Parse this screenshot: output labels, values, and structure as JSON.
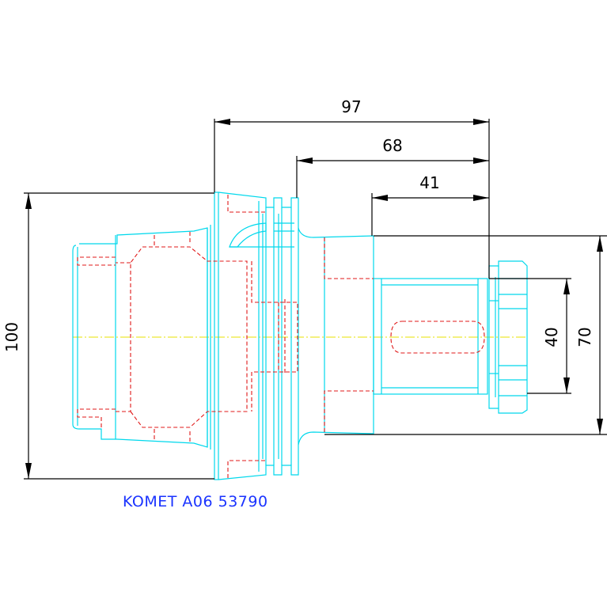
{
  "dimensions": {
    "overall_length": "97",
    "flange_to_end": "68",
    "shank_length": "41",
    "flange_diameter": "100",
    "collar_diameter": "70",
    "shank_diameter": "40"
  },
  "part_label": "KOMET A06 53790",
  "colors": {
    "outline": "#00d8ec",
    "hidden_lines": "#e01818",
    "centerline": "#e8e000",
    "dimensions": "#000000",
    "label": "#1a33ff"
  }
}
